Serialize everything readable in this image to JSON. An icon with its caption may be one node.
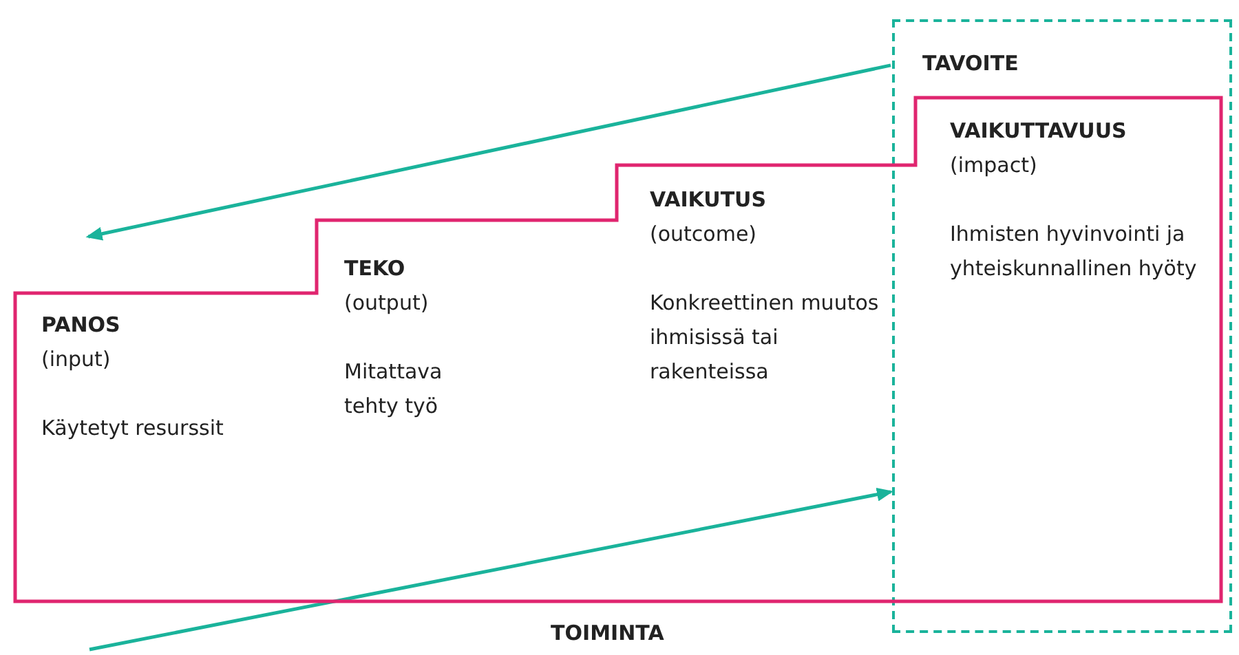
{
  "diagram": {
    "nodes": [
      {
        "text": [
          "TAVOITE"
        ]
      },
      {
        "text": [
          "TOIMINTA"
        ]
      },
      {
        "text": [
          "PANOS",
          "(input)",
          "Käytetyt resurssit"
        ],
        "in": 1
      },
      {
        "text": [
          "TEKO",
          "(output)",
          "Mitattava tehty työ"
        ],
        "in": 1
      },
      {
        "text": [
          "VAIKUTUS",
          "(outcome)",
          "Konkreettinen muutos ihmisissä tai rakenteissa"
        ],
        "in": 1
      },
      {
        "text": [
          "VAIKUTTAVUUS",
          "(impact)",
          "Ihmisten hyvinvointi ja yhteiskunnallinen hyöty"
        ]
      }
    ],
    "edges": [
      {
        "from": 0,
        "to": 2,
        "arrow": "to"
      },
      {
        "from": null,
        "to": 0,
        "arrow": "to"
      }
    ]
  }
}
